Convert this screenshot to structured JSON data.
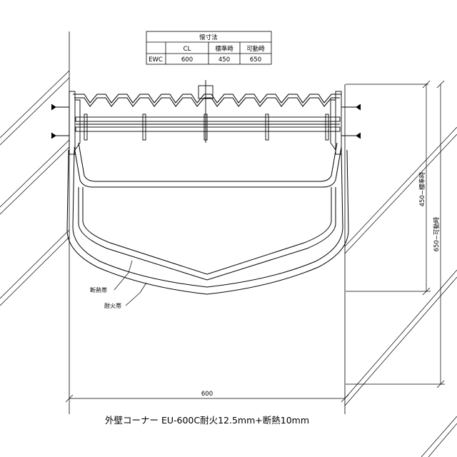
{
  "table": {
    "title": "懐寸法",
    "headers": [
      "",
      "CL",
      "標準時",
      "可動時"
    ],
    "row": [
      "EWC",
      "600",
      "450",
      "650"
    ]
  },
  "dimensions": {
    "width": "600",
    "standard": "450−標準時",
    "movable": "650−可動時"
  },
  "labels": {
    "insulation": "断熱帯",
    "fireproof": "耐火帯"
  },
  "caption": "外壁コーナー EU-600C耐火12.5mm+断熱10mm"
}
